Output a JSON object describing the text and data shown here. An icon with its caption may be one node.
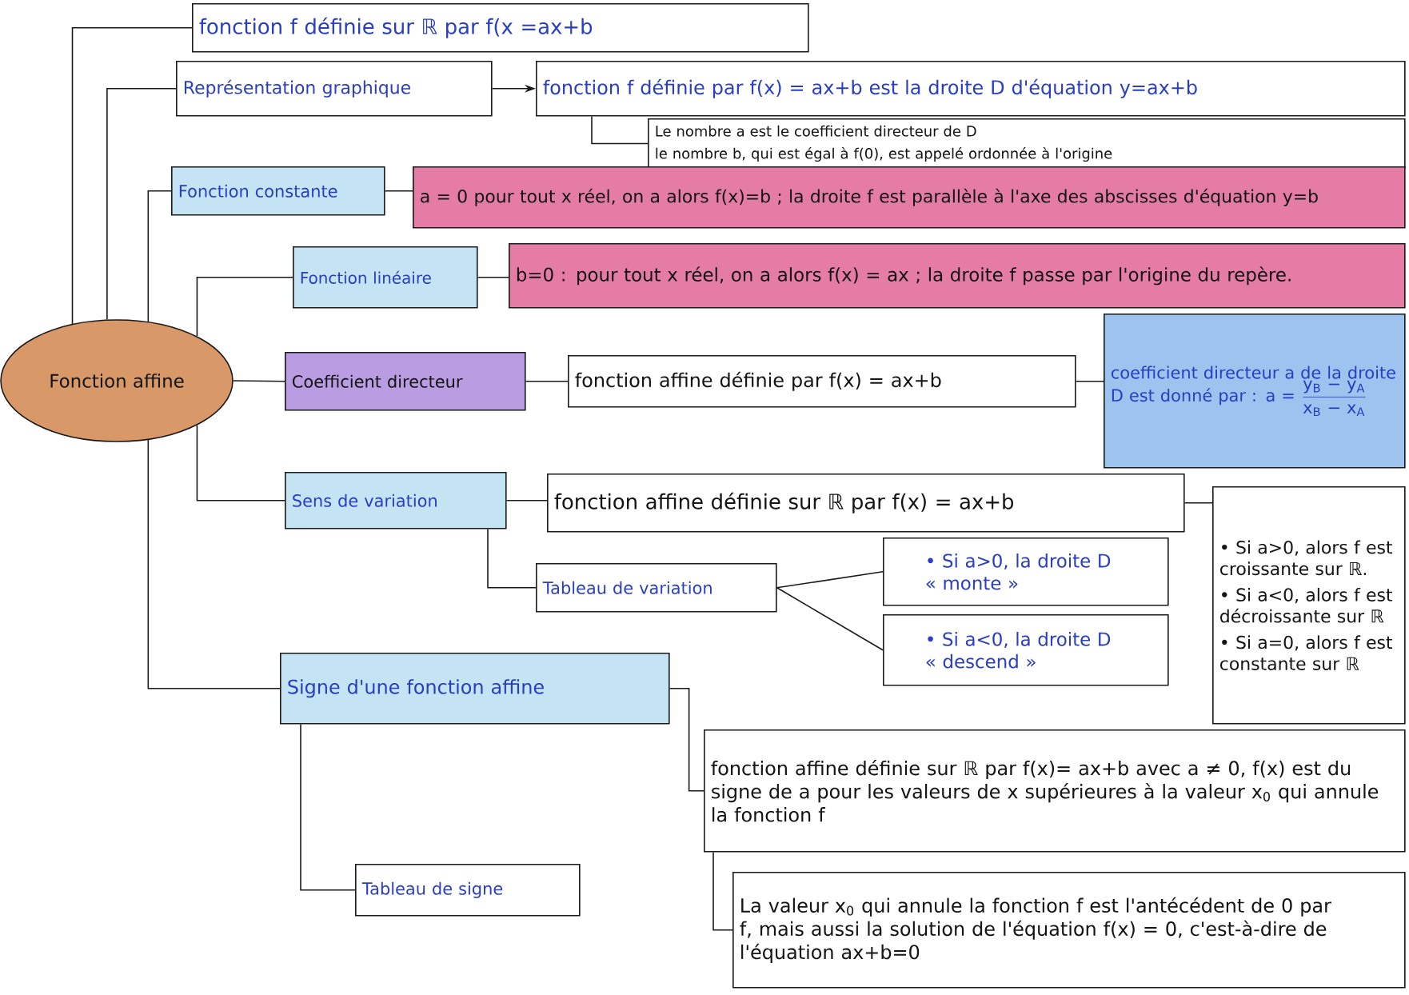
{
  "diagram": {
    "nodes": [
      {
        "text": [
          "Fonction affine"
        ]
      },
      {
        "text": [
          "fonction f définie sur ℝ par f(x =ax+b"
        ]
      },
      {
        "text": [
          "Représentation graphique"
        ]
      },
      {
        "text": [
          "fonction f définie par f(x) = ax+b est la droite D d'équation y=ax+b"
        ]
      },
      {
        "text": [
          "Le nombre a est le coefficient directeur de D",
          "le nombre b, qui est égal à f(0), est appelé ordonnée à l'origine"
        ]
      },
      {
        "text": [
          "Fonction constante"
        ]
      },
      {
        "text": [
          "a = 0 pour tout x réel, on a alors f(x)=b ; la droite f est parallèle à l'axe des abscisses d'équation y=b"
        ]
      },
      {
        "text": [
          "Fonction linéaire"
        ]
      },
      {
        "text": [
          "b=0 : pour tout x réel, on a alors f(x) = ax ; la droite f passe par l'origine du repère."
        ]
      },
      {
        "text": [
          "Coefficient directeur"
        ]
      },
      {
        "text": [
          "fonction affine définie par f(x) = ax+b"
        ]
      },
      {
        "text": [
          "coefficient directeur a de la droite D est donné par : a =",
          "y$_{B}$ − y$_{A}$",
          "x$_{B}$ − x$_{A}$"
        ]
      },
      {
        "text": [
          "Sens de variation"
        ]
      },
      {
        "text": [
          "fonction affine définie sur ℝ par f(x) = ax+b"
        ]
      },
      {
        "text": [
          "• Si a>0, alors f est croissante sur ℝ.",
          "• Si a<0, alors f est décroissante sur ℝ",
          "• Si a=0, alors f est constante sur ℝ"
        ]
      },
      {
        "text": [
          "Tableau de variation"
        ]
      },
      {
        "text": [
          "• Si a>0, la droite D « monte »"
        ]
      },
      {
        "text": [
          "• Si a<0, la droite D « descend »"
        ]
      },
      {
        "text": [
          "Signe d'une fonction affine"
        ]
      },
      {
        "text": [
          "fonction affine définie sur ℝ par f(x)= ax+b avec a ≠ 0, f(x) est du signe de a pour les valeurs de x supérieures à la valeur x$_{0}$ qui annule la fonction f"
        ]
      },
      {
        "text": [
          "Tableau de signe"
        ]
      },
      {
        "text": [
          "La valeur x$_{0}$ qui annule la fonction f est l'antécédent de 0 par f, mais aussi la solution de l'équation f(x) = 0, c'est-à-dire de l'équation ax+b=0"
        ]
      }
    ],
    "edges": [
      {
        "from": 0,
        "to": 1,
        "arrow": "none"
      },
      {
        "from": 0,
        "to": 2,
        "arrow": "none"
      },
      {
        "from": 0,
        "to": 5,
        "arrow": "none"
      },
      {
        "from": 0,
        "to": 7,
        "arrow": "none"
      },
      {
        "from": 0,
        "to": 9,
        "arrow": "none"
      },
      {
        "from": 0,
        "to": 12,
        "arrow": "none"
      },
      {
        "from": 0,
        "to": 18,
        "arrow": "none"
      },
      {
        "from": 2,
        "to": 3,
        "arrow": "to"
      },
      {
        "from": 3,
        "to": 4,
        "arrow": "none"
      },
      {
        "from": 5,
        "to": 6,
        "arrow": "none"
      },
      {
        "from": 7,
        "to": 8,
        "arrow": "none"
      },
      {
        "from": 9,
        "to": 10,
        "arrow": "none"
      },
      {
        "from": 10,
        "to": 11,
        "arrow": "none"
      },
      {
        "from": 12,
        "to": 13,
        "arrow": "none"
      },
      {
        "from": 13,
        "to": 14,
        "arrow": "none"
      },
      {
        "from": 12,
        "to": 15,
        "arrow": "none"
      },
      {
        "from": 15,
        "to": 16,
        "arrow": "none"
      },
      {
        "from": 15,
        "to": 17,
        "arrow": "none"
      },
      {
        "from": 18,
        "to": 19,
        "arrow": "none"
      },
      {
        "from": 18,
        "to": 20,
        "arrow": "none"
      },
      {
        "from": 19,
        "to": 21,
        "arrow": "none"
      }
    ]
  }
}
